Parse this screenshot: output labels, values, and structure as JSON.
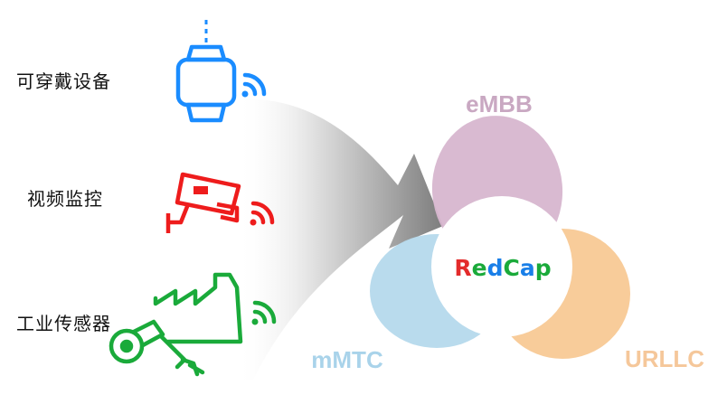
{
  "devices": [
    {
      "label": "可穿戴设备",
      "icon": "smartwatch-icon",
      "color": "#1a8cff"
    },
    {
      "label": "视频监控",
      "icon": "security-camera-icon",
      "color": "#ee1c1c"
    },
    {
      "label": "工业传感器",
      "icon": "factory-robot-arm-icon",
      "color": "#1aaa3a"
    }
  ],
  "wifi_icon": "wireless-signal-icon",
  "petals": {
    "top": {
      "label": "eMBB",
      "color": "#d7b6cf",
      "text_color": "#c9a8c2"
    },
    "right": {
      "label": "URLLC",
      "color": "#f8c995",
      "text_color": "#f5c79a"
    },
    "left": {
      "label": "mMTC",
      "color": "#b5d9ec",
      "text_color": "#a9d3ea"
    }
  },
  "center": {
    "letters": [
      {
        "char": "R",
        "color": "#e32b2b"
      },
      {
        "char": "e",
        "color": "#1aaa3a"
      },
      {
        "char": "d",
        "color": "#1a7fe8"
      },
      {
        "char": "C",
        "color": "#1aaa3a"
      },
      {
        "char": "a",
        "color": "#1a7fe8"
      },
      {
        "char": "p",
        "color": "#1aaa3a"
      }
    ]
  }
}
